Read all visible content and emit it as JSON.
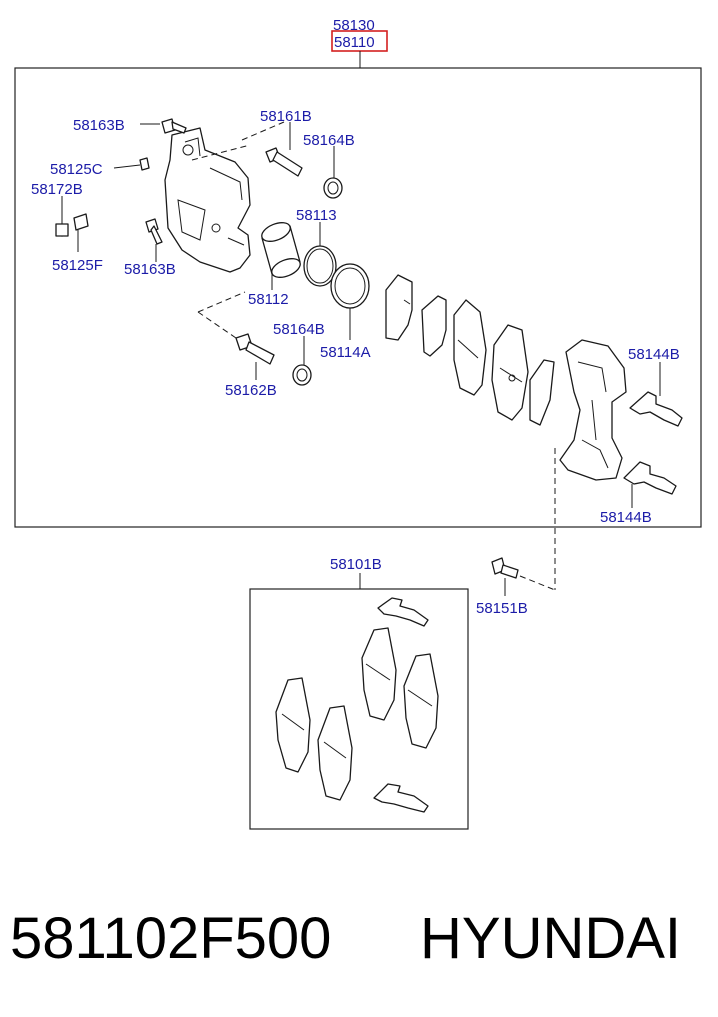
{
  "labels": {
    "assembly_top": "58130",
    "assembly_highlighted": "58110",
    "bolt_upper": "58163B",
    "guide_pin_upper": "58161B",
    "boot_upper": "58164B",
    "bleeder_cap": "58125C",
    "bleeder_screw": "58172B",
    "seal_ring": "58113",
    "bleeder": "58125F",
    "bolt_lower": "58163B",
    "piston": "58112",
    "boot_lower": "58164B",
    "piston_seal": "58114A",
    "guide_pin_lower": "58162B",
    "clip_upper": "58144B",
    "clip_lower": "58144B",
    "pad_kit": "58101B",
    "carrier_bolt": "58151B"
  },
  "footer": {
    "part_number": "581102F500",
    "brand": "HYUNDAI"
  },
  "colors": {
    "label_text": "#1c1ca8",
    "highlight_box": "#d42020",
    "line_art": "#1a1a1a"
  }
}
